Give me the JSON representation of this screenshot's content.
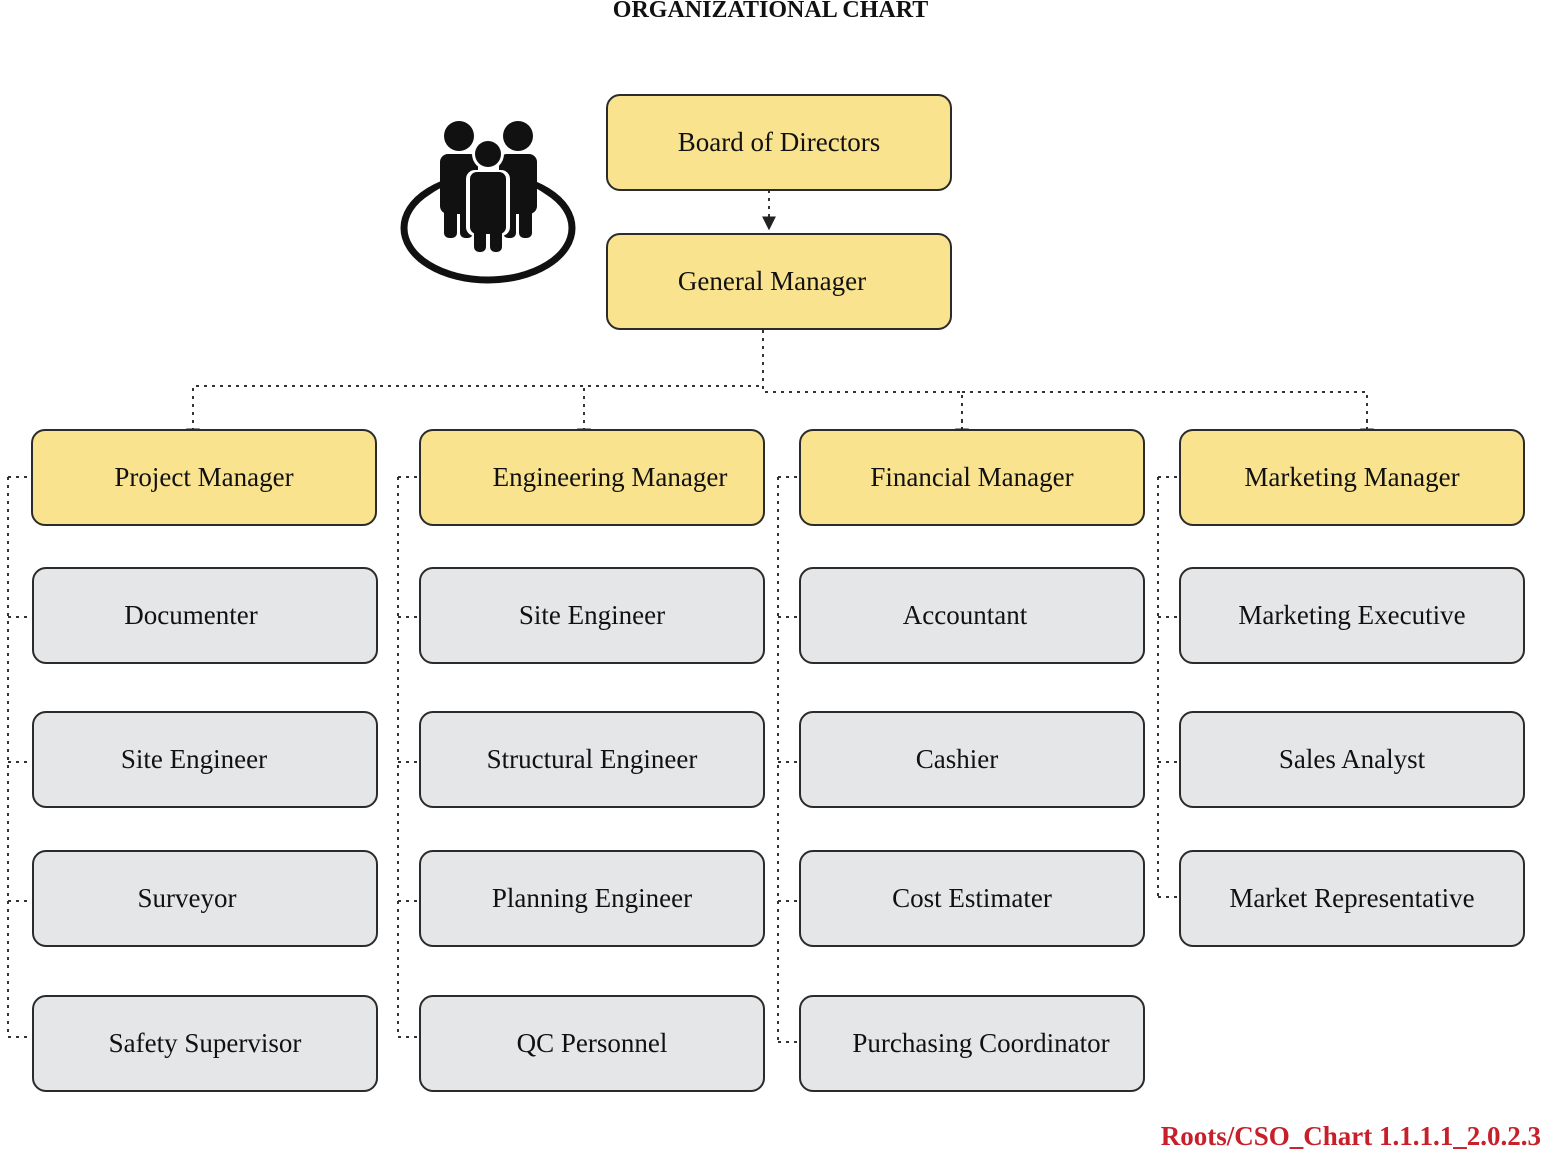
{
  "title": "ORGANIZATIONAL CHART",
  "icon": "group-of-people-icon",
  "colors": {
    "executive_fill": "#f9e38f",
    "staff_fill": "#e5e6e8",
    "border": "#2b2b2b",
    "code_text": "#c8202b"
  },
  "top": {
    "board": "Board of Directors",
    "general_manager": "General Manager"
  },
  "departments": [
    {
      "manager": "Project Manager",
      "staff": [
        "Documenter",
        "Site Engineer",
        "Surveyor",
        "Safety Supervisor"
      ]
    },
    {
      "manager": "Engineering Manager",
      "staff": [
        "Site Engineer",
        "Structural Engineer",
        "Planning Engineer",
        "QC Personnel"
      ]
    },
    {
      "manager": "Financial Manager",
      "staff": [
        "Accountant",
        "Cashier",
        "Cost Estimater",
        "Purchasing Coordinator"
      ]
    },
    {
      "manager": "Marketing Manager",
      "staff": [
        "Marketing Executive",
        "Sales Analyst",
        "Market Representative"
      ]
    }
  ],
  "document_code": "Roots/CSO_Chart 1.1.1.1_2.0.2.3"
}
